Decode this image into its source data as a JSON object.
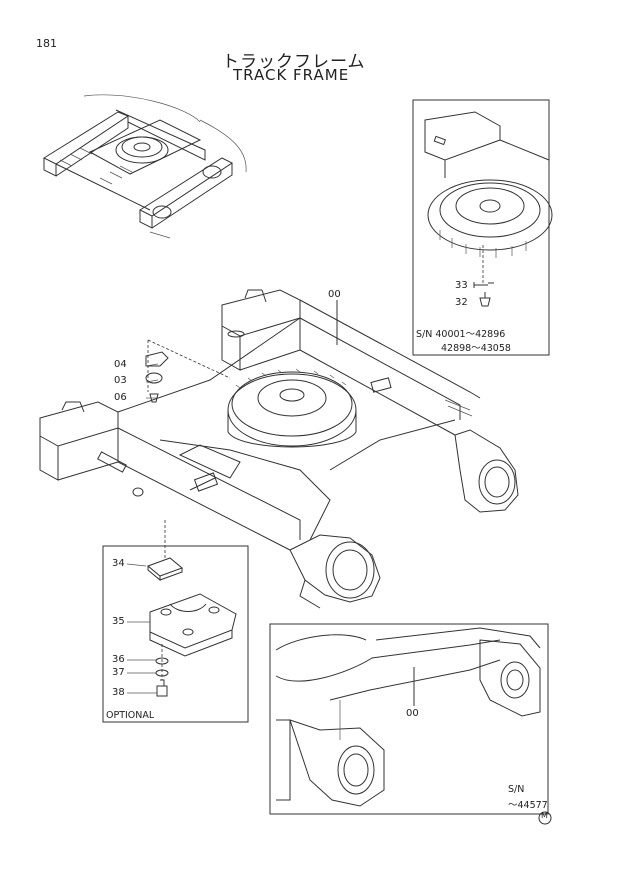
{
  "page_number": "181",
  "title_jp": "トラックフレーム",
  "title_en": "TRACK FRAME",
  "part_labels": {
    "frame_main": "00",
    "plate_04": "04",
    "washer_03": "03",
    "bolt_06": "06",
    "bolt_33": "33",
    "bolt_32": "32",
    "pad_34": "34",
    "guard_35": "35",
    "washer_36": "36",
    "washer_37": "37",
    "bolt_38": "38",
    "frame_detail": "00"
  },
  "inset_top": {
    "sn_line1": "S/N  40001～42896",
    "sn_line2": "42898～43058"
  },
  "inset_optional": {
    "caption": "OPTIONAL"
  },
  "inset_bottom": {
    "sn_line1": "S/N",
    "sn_line2": "～44577"
  },
  "mark": "M"
}
